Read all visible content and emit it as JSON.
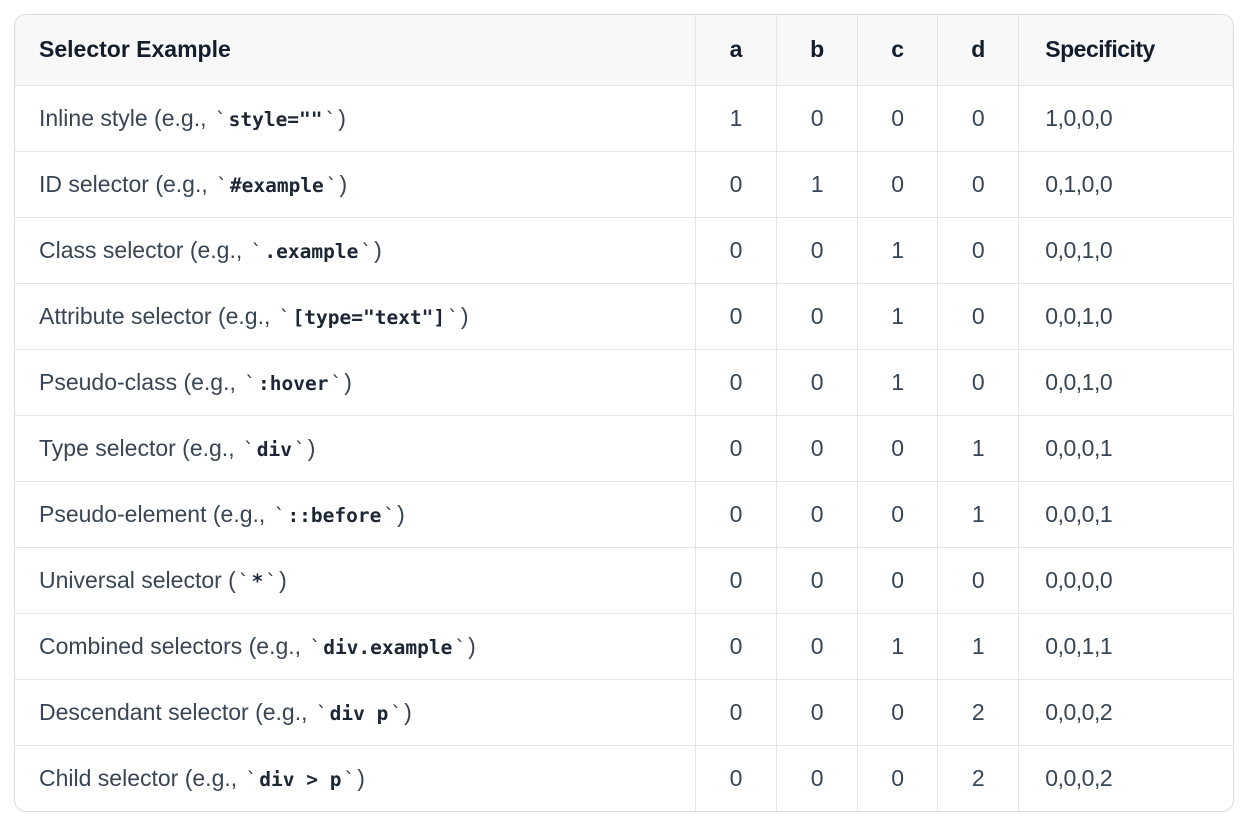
{
  "table": {
    "backtick": "`",
    "headers": {
      "selector_example": "Selector Example",
      "a": "a",
      "b": "b",
      "c": "c",
      "d": "d",
      "specificity": "Specificity"
    },
    "rows": [
      {
        "pre": "Inline style (e.g., ",
        "code": "style=\"\"",
        "post": ")",
        "a": "1",
        "b": "0",
        "c": "0",
        "d": "0",
        "specificity": "1,0,0,0"
      },
      {
        "pre": "ID selector (e.g., ",
        "code": "#example",
        "post": ")",
        "a": "0",
        "b": "1",
        "c": "0",
        "d": "0",
        "specificity": "0,1,0,0"
      },
      {
        "pre": "Class selector (e.g., ",
        "code": ".example",
        "post": ")",
        "a": "0",
        "b": "0",
        "c": "1",
        "d": "0",
        "specificity": "0,0,1,0"
      },
      {
        "pre": "Attribute selector (e.g., ",
        "code": "[type=\"text\"]",
        "post": ")",
        "a": "0",
        "b": "0",
        "c": "1",
        "d": "0",
        "specificity": "0,0,1,0"
      },
      {
        "pre": "Pseudo-class (e.g., ",
        "code": ":hover",
        "post": ")",
        "a": "0",
        "b": "0",
        "c": "1",
        "d": "0",
        "specificity": "0,0,1,0"
      },
      {
        "pre": "Type selector (e.g., ",
        "code": "div",
        "post": ")",
        "a": "0",
        "b": "0",
        "c": "0",
        "d": "1",
        "specificity": "0,0,0,1"
      },
      {
        "pre": "Pseudo-element (e.g., ",
        "code": "::before",
        "post": ")",
        "a": "0",
        "b": "0",
        "c": "0",
        "d": "1",
        "specificity": "0,0,0,1"
      },
      {
        "pre": "Universal selector (",
        "code": "*",
        "post": ")",
        "a": "0",
        "b": "0",
        "c": "0",
        "d": "0",
        "specificity": "0,0,0,0"
      },
      {
        "pre": "Combined selectors (e.g., ",
        "code": "div.example",
        "post": ")",
        "a": "0",
        "b": "0",
        "c": "1",
        "d": "1",
        "specificity": "0,0,1,1"
      },
      {
        "pre": "Descendant selector (e.g., ",
        "code": "div p",
        "post": ")",
        "a": "0",
        "b": "0",
        "c": "0",
        "d": "2",
        "specificity": "0,0,0,2"
      },
      {
        "pre": "Child selector (e.g., ",
        "code": "div > p",
        "post": ")",
        "a": "0",
        "b": "0",
        "c": "0",
        "d": "2",
        "specificity": "0,0,0,2"
      }
    ]
  },
  "colors": {
    "page_background": "#ffffff",
    "header_background": "#f8f8f9",
    "row_background": "#ffffff",
    "outer_border": "#d8d8e2",
    "inner_border": "#e4e4ed",
    "header_text": "#131d2b",
    "body_text": "#3a4554",
    "code_text": "#1d2635"
  }
}
